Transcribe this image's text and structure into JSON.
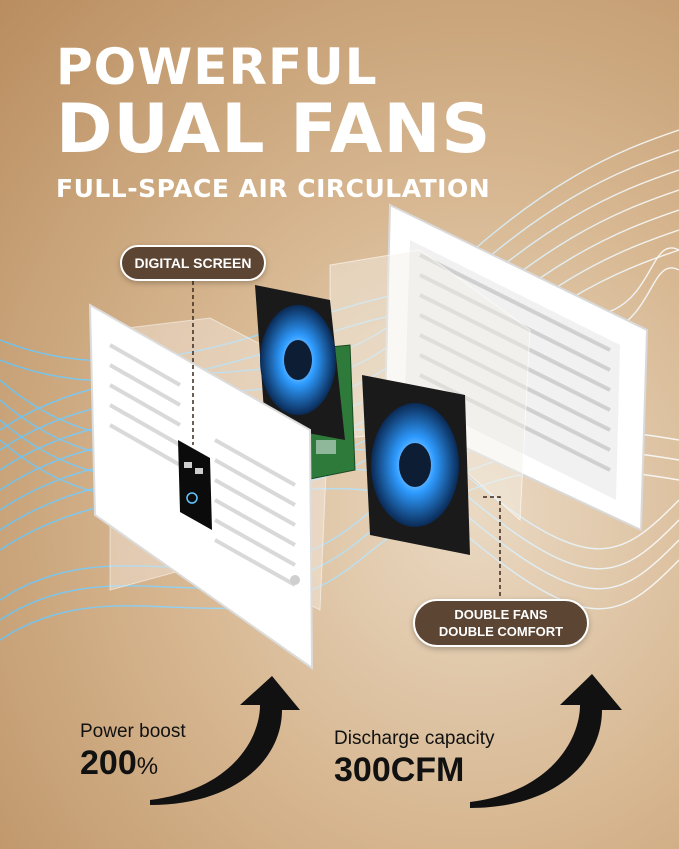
{
  "headline": {
    "line1": "POWERFUL",
    "line2": "DUAL FANS",
    "line3": "FULL-SPACE AIR CIRCULATION"
  },
  "callouts": {
    "digital_screen": "DIGITAL SCREEN",
    "fans_line1": "DOUBLE FANS",
    "fans_line2": "DOUBLE COMFORT"
  },
  "stats": {
    "power": {
      "label": "Power boost",
      "value": "200",
      "unit": "%"
    },
    "discharge": {
      "label": "Discharge capacity",
      "value": "300CFM"
    }
  },
  "colors": {
    "pill_bg": "#5c4533",
    "airflow": "#5fc6ff",
    "fan_glow": "#2e9bff"
  }
}
